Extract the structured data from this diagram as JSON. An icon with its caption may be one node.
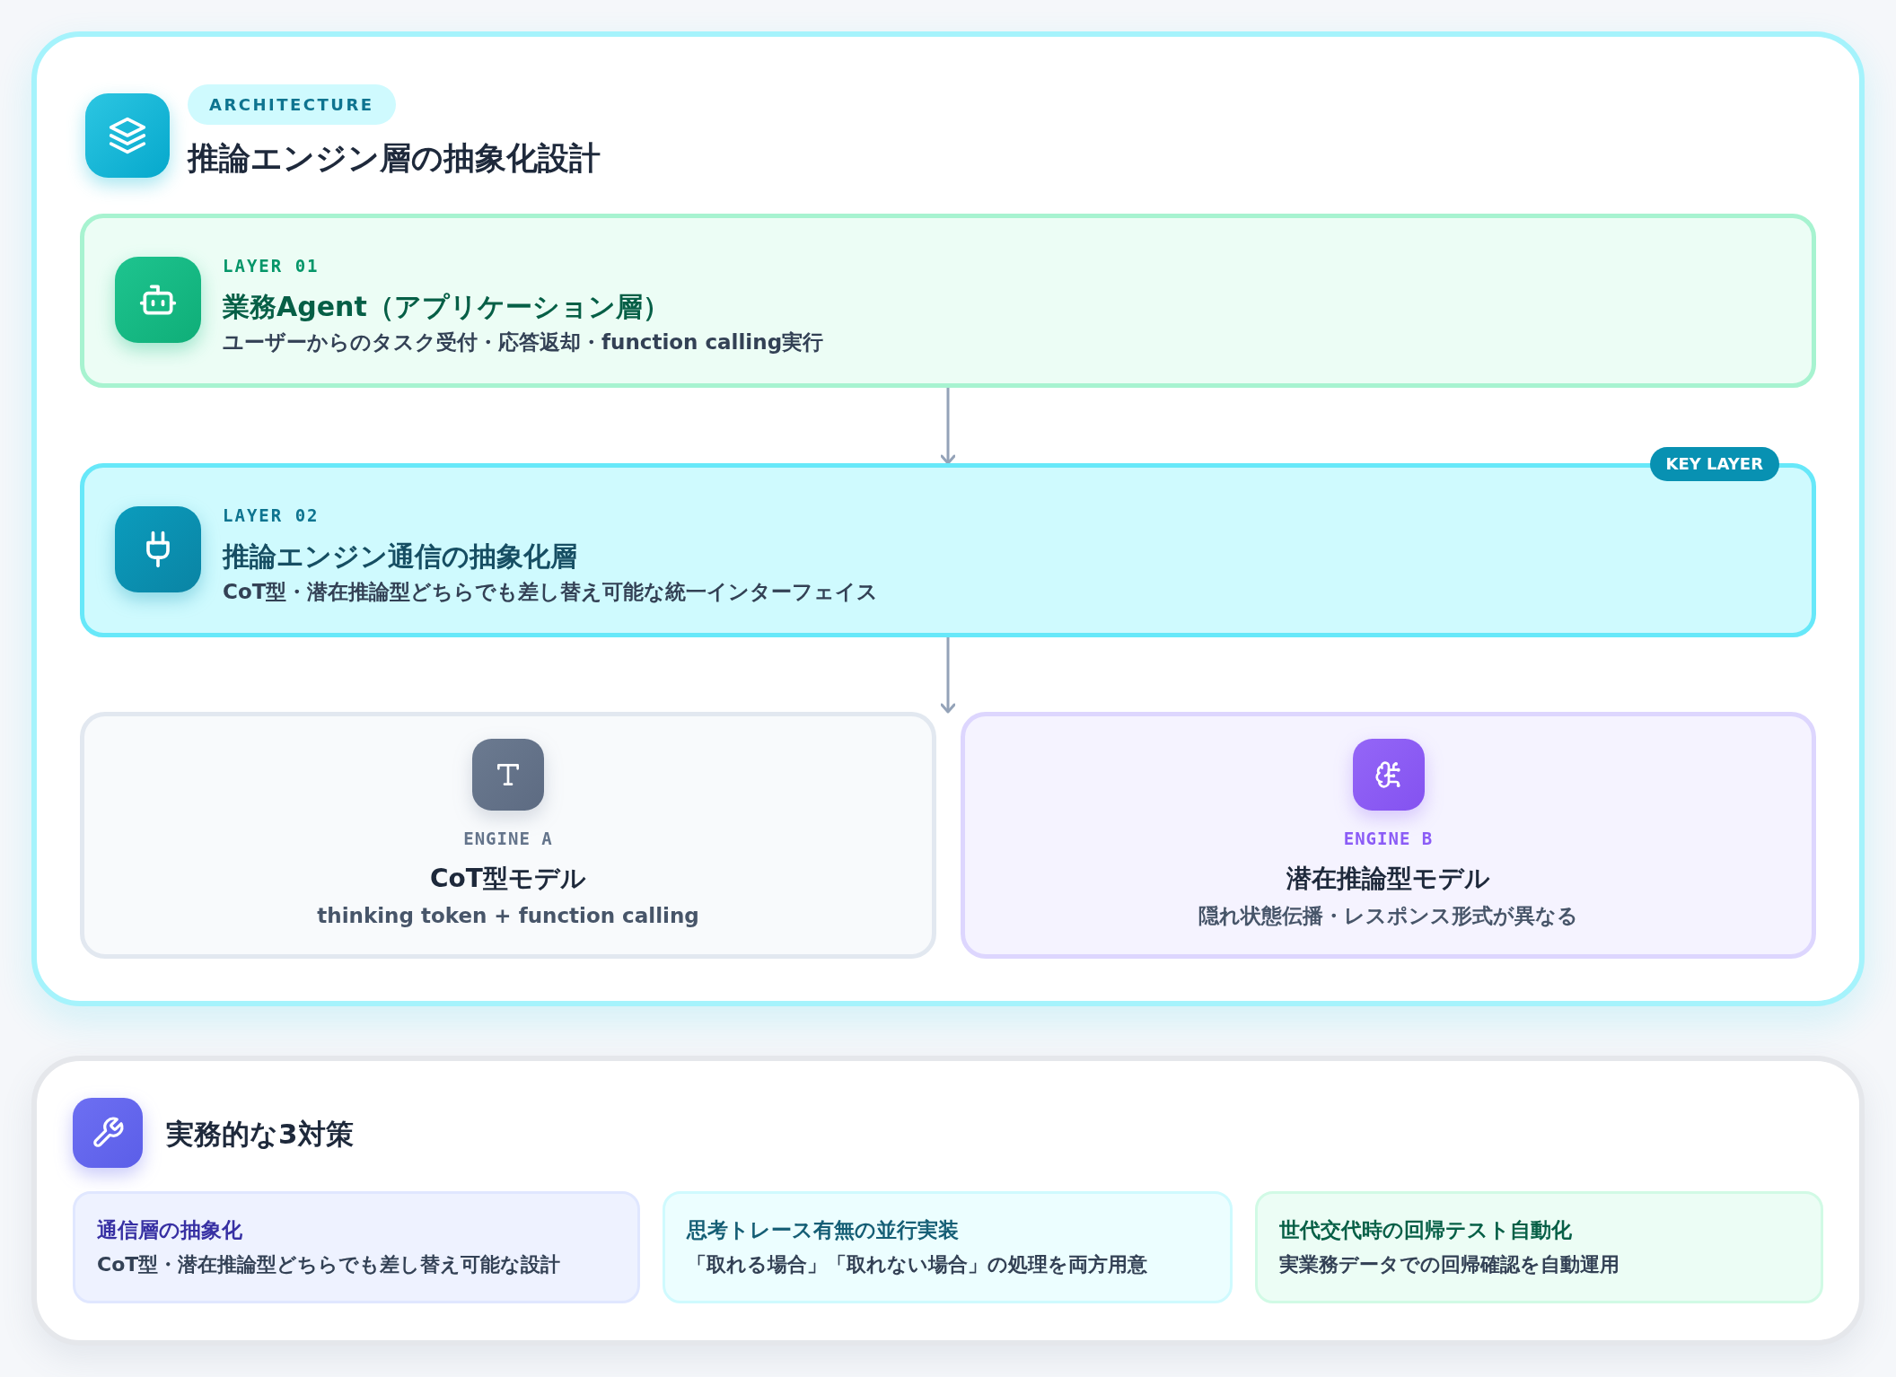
{
  "diagram": {
    "nodes": [
      {
        "text": [
          "ARCHITECTURE",
          "推論エンジン層の抽象化設計"
        ]
      },
      {
        "text": [
          "LAYER 01",
          "業務Agent（アプリケーション層）",
          "ユーザーからのタスク受付・応答返却・function calling実行"
        ],
        "in": 0
      },
      {
        "text": [
          "LAYER 02",
          "推論エンジン通信の抽象化層",
          "CoT型・潜在推論型どちらでも差し替え可能な統一インターフェイス",
          "KEY LAYER"
        ],
        "in": 0
      },
      {
        "text": [
          "ENGINE A",
          "CoT型モデル",
          "thinking token + function calling"
        ],
        "in": 0
      },
      {
        "text": [
          "ENGINE B",
          "潜在推論型モデル",
          "隠れ状態伝播・レスポンス形式が異なる"
        ],
        "in": 0
      },
      {
        "text": [
          "実務的な3対策"
        ]
      },
      {
        "text": [
          "通信層の抽象化",
          "CoT型・潜在推論型どちらでも差し替え可能な設計"
        ],
        "in": 5
      },
      {
        "text": [
          "思考トレース有無の並行実装",
          "「取れる場合」「取れない場合」の処理を両方用意"
        ],
        "in": 5
      },
      {
        "text": [
          "世代交代時の回帰テスト自動化",
          "実業務データでの回帰確認を自動運用"
        ],
        "in": 5
      }
    ],
    "edges": [
      {
        "from": 1,
        "to": 2,
        "arrow": "to"
      },
      {
        "from": 2,
        "to": 3,
        "arrow": "to"
      },
      {
        "from": 2,
        "to": 4,
        "arrow": "to"
      }
    ]
  }
}
